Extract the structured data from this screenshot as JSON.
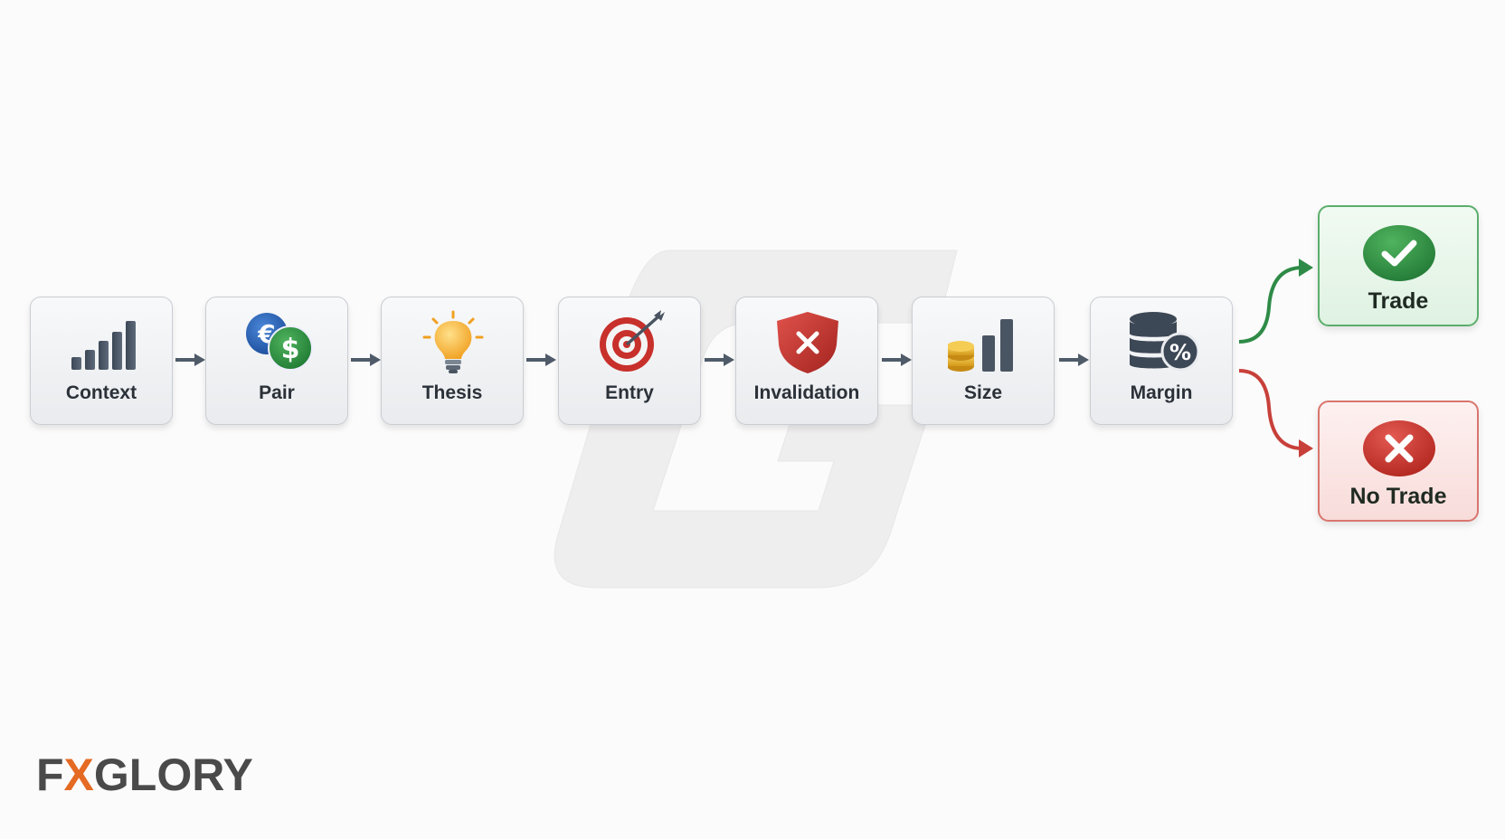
{
  "steps": [
    {
      "label": "Context",
      "icon": "bar-chart-icon"
    },
    {
      "label": "Pair",
      "icon": "currency-pair-icon"
    },
    {
      "label": "Thesis",
      "icon": "lightbulb-icon"
    },
    {
      "label": "Entry",
      "icon": "target-icon"
    },
    {
      "label": "Invalidation",
      "icon": "shield-x-icon"
    },
    {
      "label": "Size",
      "icon": "coins-bars-icon"
    },
    {
      "label": "Margin",
      "icon": "database-percent-icon"
    }
  ],
  "outcomes": {
    "trade": {
      "label": "Trade",
      "icon": "check-circle-icon",
      "color": "#2e8b47"
    },
    "no_trade": {
      "label": "No Trade",
      "icon": "x-circle-icon",
      "color": "#c8403a"
    }
  },
  "logo": {
    "text": "FXGLORY",
    "part1": "F",
    "accent": "X",
    "part2": "GLORY",
    "accent_color": "#e56a23"
  },
  "colors": {
    "connector": "#4f5b69",
    "box_border": "#c9cdd2",
    "text": "#2b3138"
  }
}
